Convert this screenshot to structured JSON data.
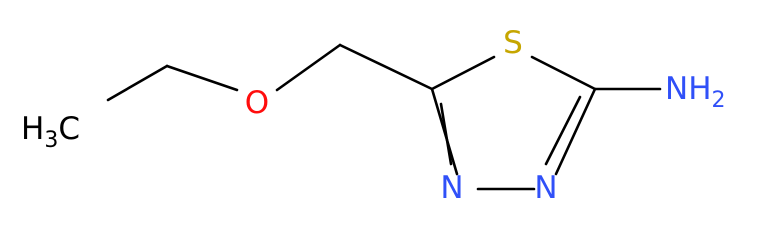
{
  "molecule": {
    "atoms": {
      "methyl": {
        "symbol": "H",
        "sub": "3",
        "tail": "C"
      },
      "oxygen": {
        "symbol": "O"
      },
      "sulfur": {
        "symbol": "S"
      },
      "amine": {
        "symbol": "NH",
        "sub": "2"
      },
      "n3": {
        "symbol": "N"
      },
      "n4": {
        "symbol": "N"
      }
    },
    "colors": {
      "bond": "#000000",
      "carbon_hydrogen": "#000000",
      "nitrogen": "#3050F8",
      "oxygen": "#FF0D0D",
      "sulfur": "#C6A600"
    }
  }
}
